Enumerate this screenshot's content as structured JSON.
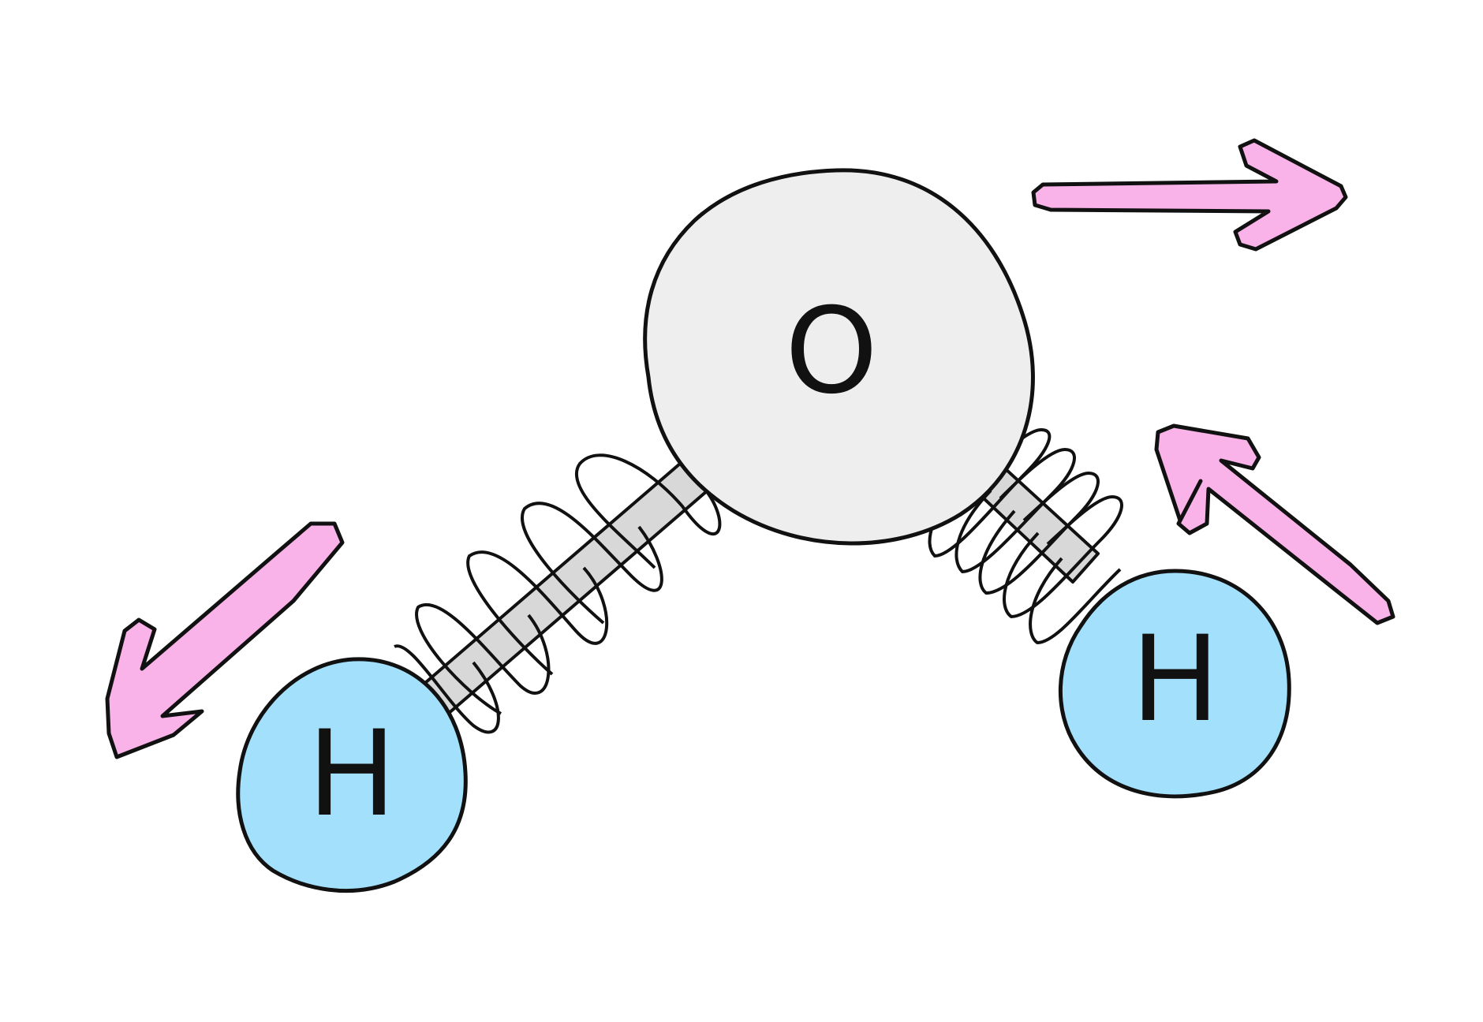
{
  "molecule": {
    "atoms": [
      {
        "id": "oxygen",
        "label": "O",
        "fill": "#efeeef"
      },
      {
        "id": "hydrogen-left",
        "label": "H",
        "fill": "#a3e0fb"
      },
      {
        "id": "hydrogen-right",
        "label": "H",
        "fill": "#a3e0fb"
      }
    ],
    "bonds": [
      {
        "id": "bond-left",
        "type": "spring"
      },
      {
        "id": "bond-right",
        "type": "spring"
      }
    ]
  },
  "arrows": [
    {
      "id": "arrow-left-down",
      "direction": "down-left"
    },
    {
      "id": "arrow-right",
      "direction": "right"
    },
    {
      "id": "arrow-up-left",
      "direction": "up-left"
    }
  ],
  "colors": {
    "outline": "#111111",
    "oxygen_fill": "#efeeef",
    "hydrogen_fill": "#a3e0fb",
    "arrow_fill": "#f9b3e8",
    "bond_fill": "#d9d8d9"
  }
}
